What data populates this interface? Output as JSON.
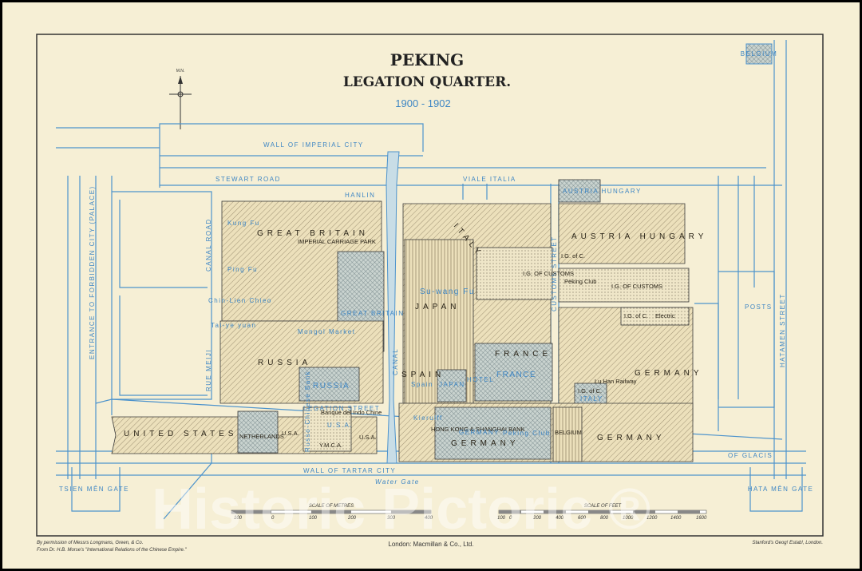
{
  "title": {
    "line1": "PEKING",
    "line2": "LEGATION QUARTER.",
    "years": "1900 - 1902"
  },
  "compass": {
    "label": "M.N."
  },
  "roads": {
    "wall_imperial": "WALL OF IMPERIAL CITY",
    "stewart_road": "STEWART ROAD",
    "viale_italia": "VIALE ITALIA",
    "legation_street": "LEGATION STREET",
    "wall_tartar": "WALL OF TARTAR CITY",
    "canal": "CANAL",
    "hatamen_street": "HATAMEN STREET",
    "entrance": "ENTRANCE TO FORBIDDEN CITY (PALACE)",
    "water_gate": "Water Gate",
    "canal_road": "CANAL ROAD",
    "rue_meiji": "RUE MEIJI",
    "customs_street": "CUSTOMS STREET",
    "hanlin": "HANLIN"
  },
  "gates": {
    "tsien_men": "TSIEN MÊN GATE",
    "hata_men": "HATA MÊN GATE"
  },
  "areas": {
    "great_britain": "GREAT BRITAIN",
    "great_britain_old": "GREAT BRITAIN",
    "imperial_carriage_park": "IMPERIAL CARRIAGE PARK",
    "kung_fu": "Kung Fu",
    "ping_fu": "Ping Fu",
    "chin_lien_chieo": "Chin-Lien Chieo",
    "tai_yu_yuan": "Tai-ye yuan",
    "russia": "RUSSIA",
    "russia_old": "RUSSIA",
    "mongol_market": "Mongol Market",
    "italy": "ITALY",
    "japan": "JAPAN",
    "su_wang_fu": "Su-wang Fu",
    "spain": "SPAIN",
    "spain_old": "Spain",
    "japan_old": "JAPAN",
    "hotel": "HOTEL",
    "france": "FRANCE",
    "france_old": "FRANCE",
    "austria_hungary": "AUSTRIA HUNGARY",
    "austria_hungary_old": "AUSTRIA HUNGARY",
    "igc_customs_1": "I.G. OF CUSTOMS",
    "igc_customs_2": "I.G. OF CUSTOMS",
    "igc_1": "I.G. of C.",
    "igc_2": "I.G. of C.",
    "igc_3": "I.G. of C.",
    "peking_club": "Peking Club",
    "electric": "Electric",
    "germany_east": "GERMANY",
    "lu_han_railway": "Lu Han Railway",
    "italy_old": "ITALY",
    "posts": "POSTS",
    "belgium_old": "BELGIUM",
    "united_states": "UNITED STATES",
    "netherlands": "NETHERLANDS",
    "usa_1": "U.S.A.",
    "usa_2": "U.S.A.",
    "usa_3": "U.S.A.",
    "banque_indo_chine": "Banque del Indo Chine",
    "russo_chinese_bank": "Russo-Chinese Bank",
    "ymca": "Y.M.C.A.",
    "kierulff": "Kierulff",
    "hongkong_bank": "HONG KONG & SHANGHAI BANK",
    "germany_south": "GERMANY",
    "germany_old": "GERMANY",
    "peking_club_old": "Peking Club",
    "belgium": "BELGIUM",
    "germany_far": "GERMANY",
    "glacis": "OF GLACIS"
  },
  "scales": {
    "metres_label": "SCALE OF METRES",
    "metres_ticks": [
      "100",
      "0",
      "100",
      "200",
      "300",
      "400"
    ],
    "feet_label": "SCALE OF FEET",
    "feet_ticks": [
      "100",
      "0",
      "200",
      "400",
      "600",
      "800",
      "1000",
      "1200",
      "1400",
      "1600"
    ]
  },
  "footer": {
    "permission": "By permission of Messrs Longmans, Green, & Co.",
    "source": "From Dr. H.B. Morse's \"International Relations of the Chinese Empire.\"",
    "publisher": "London: Macmillan & Co., Ltd.",
    "engraver": "Stanford's Geog! Estab!, London."
  },
  "watermark": "Historic Pictoric ®",
  "colors": {
    "paper": "#f6efd5",
    "lines": "#4d93cc",
    "ink": "#222222"
  }
}
